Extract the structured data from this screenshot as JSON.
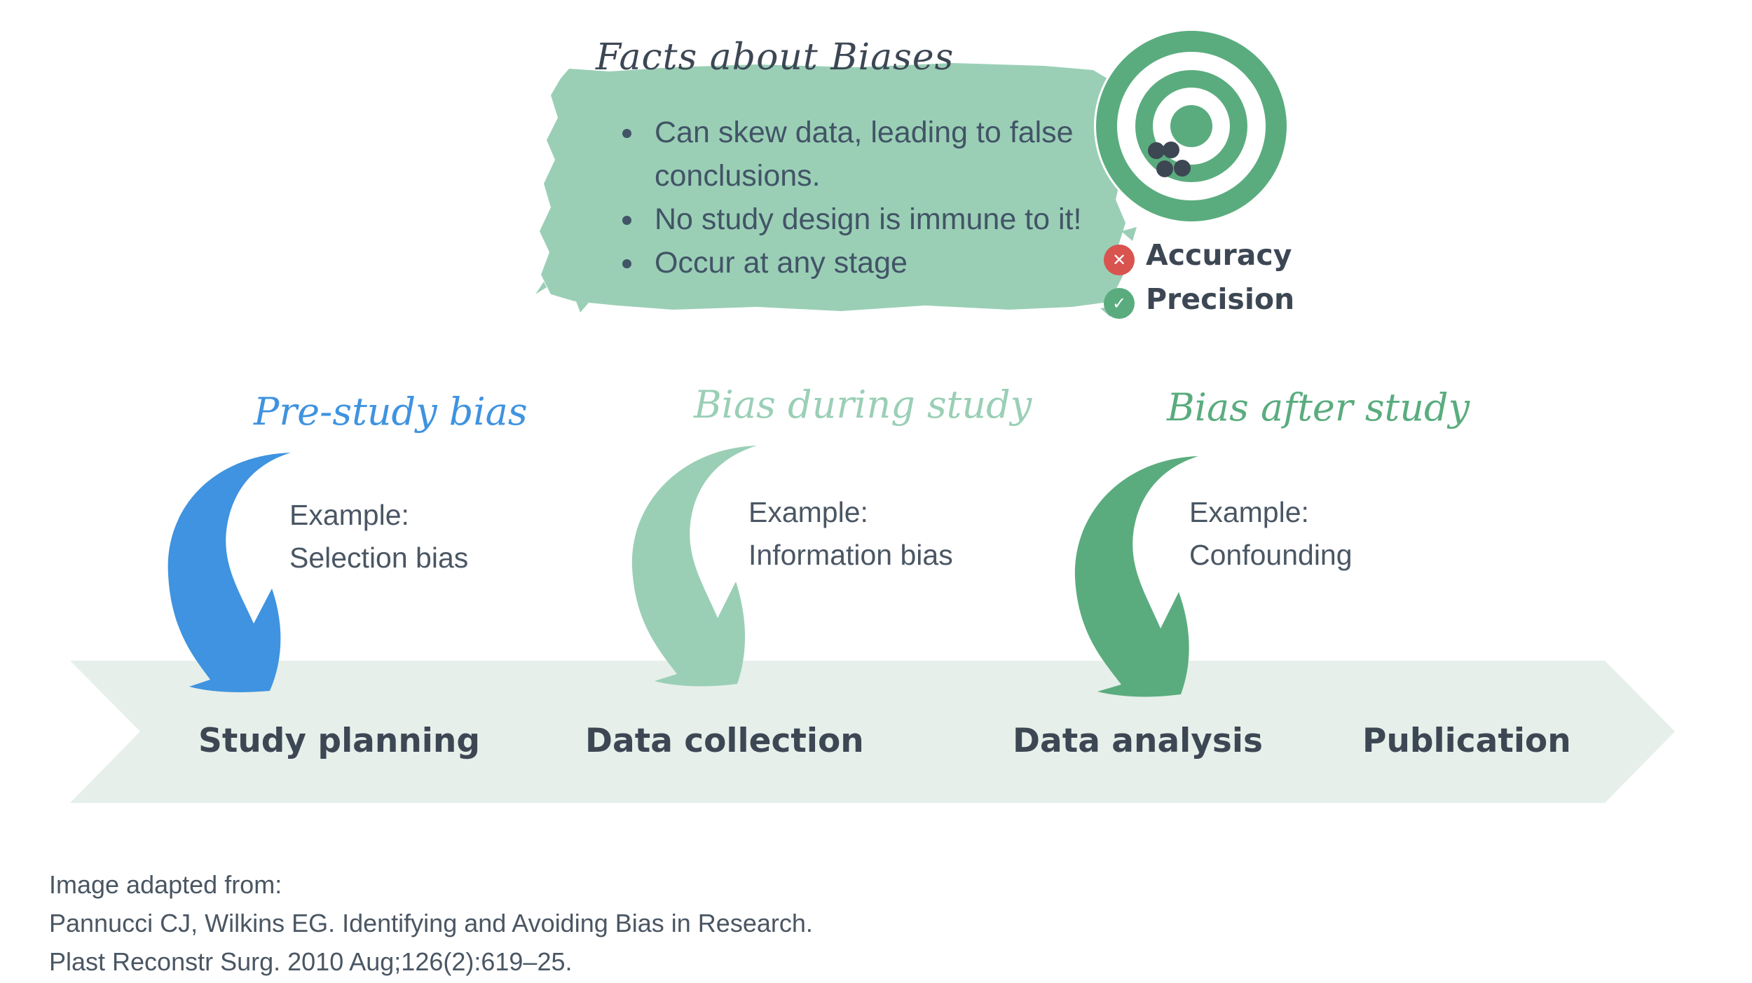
{
  "facts": {
    "title": "Facts about Biases",
    "items": [
      "Can skew data, leading to false conclusions.",
      "No study design is immune to it!",
      "Occur at any stage"
    ]
  },
  "target_legend": {
    "accuracy": {
      "label": "Accuracy",
      "status": "x",
      "color": "#d9534f"
    },
    "precision": {
      "label": "Precision",
      "status": "check",
      "color": "#5aac7e"
    }
  },
  "phases": [
    {
      "title": "Pre-study bias",
      "example_label": "Example:",
      "example": "Selection bias",
      "color": "#3f93e0"
    },
    {
      "title": "Bias during study",
      "example_label": "Example:",
      "example": "Information bias",
      "color": "#9acfb6"
    },
    {
      "title": "Bias after study",
      "example_label": "Example:",
      "example": "Confounding",
      "color": "#5aac7e"
    }
  ],
  "timeline": {
    "stages": [
      "Study planning",
      "Data collection",
      "Data analysis",
      "Publication"
    ],
    "band_color": "#e6efe9"
  },
  "citation": {
    "lines": [
      "Image adapted from:",
      "Pannucci CJ, Wilkins EG. Identifying and Avoiding Bias in Research.",
      "Plast Reconstr Surg. 2010 Aug;126(2):619–25."
    ]
  }
}
